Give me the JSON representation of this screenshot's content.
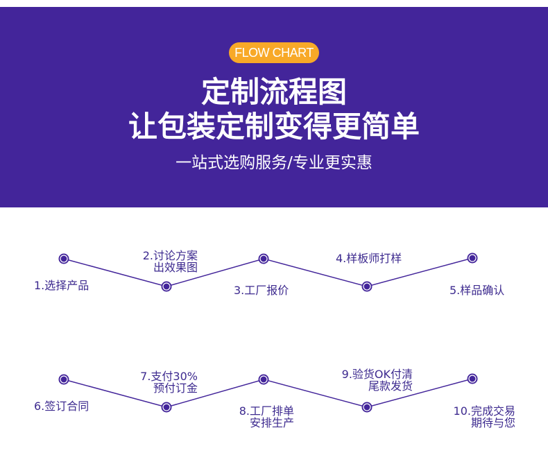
{
  "header": {
    "badge": "FLOW CHART",
    "title_line1": "定制流程图",
    "title_line2": "让包装定制变得更简单",
    "subtitle": "一站式选购服务/专业更实惠"
  },
  "colors": {
    "banner": "#43259a",
    "badge": "#f8a928",
    "line": "#43259a",
    "text": "#3d2a8f"
  },
  "steps": [
    {
      "line1": "1.选择产品",
      "line2": ""
    },
    {
      "line1": "2.讨论方案",
      "line2": "出效果图"
    },
    {
      "line1": "3.工厂报价",
      "line2": ""
    },
    {
      "line1": "4.样板师打样",
      "line2": ""
    },
    {
      "line1": "5.样品确认",
      "line2": ""
    },
    {
      "line1": "6.签订合同",
      "line2": ""
    },
    {
      "line1": "7.支付30%",
      "line2": "预付订金"
    },
    {
      "line1": "8.工厂排单",
      "line2": "安排生产"
    },
    {
      "line1": "9.验货OK付清",
      "line2": "尾款发货"
    },
    {
      "line1": "10.完成交易",
      "line2": "期待与您"
    }
  ]
}
